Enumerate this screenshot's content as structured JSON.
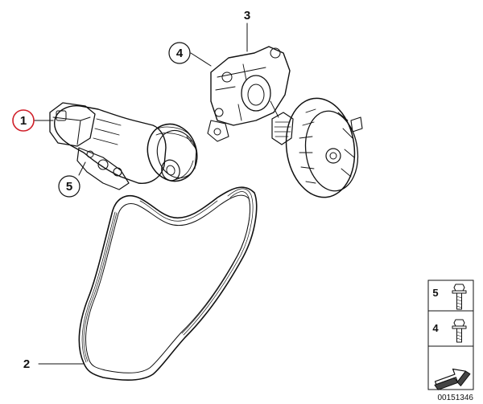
{
  "callouts": [
    {
      "id": "1",
      "label": "1",
      "highlighted": true
    },
    {
      "id": "2",
      "label": "2",
      "highlighted": false
    },
    {
      "id": "3",
      "label": "3",
      "highlighted": false
    },
    {
      "id": "4",
      "label": "4",
      "highlighted": false
    },
    {
      "id": "5",
      "label": "5",
      "highlighted": false
    }
  ],
  "legend": {
    "items": [
      {
        "label": "5",
        "icon": "bolt-flange-long-icon"
      },
      {
        "label": "4",
        "icon": "bolt-flange-short-icon"
      }
    ],
    "arrow_icon": "direction-arrow-icon"
  },
  "diagram_id": "00151346",
  "colors": {
    "highlight_ring": "#d0202a",
    "line": "#111111",
    "part_fill": "#f2f2f2",
    "part_shade": "#cfcfcf"
  }
}
